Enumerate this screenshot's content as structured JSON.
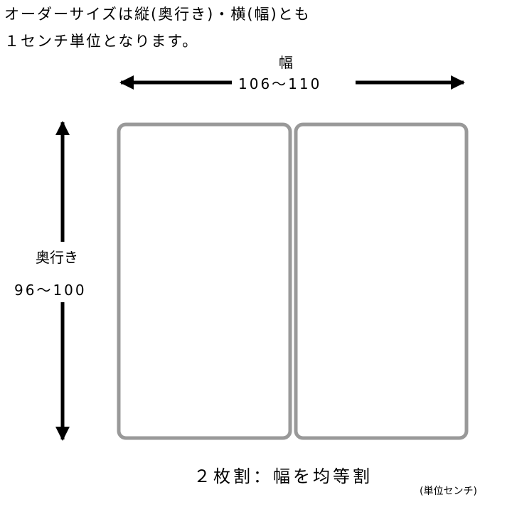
{
  "note": {
    "line1": "オーダーサイズは縦(奥行き)・横(幅)とも",
    "line2": "１センチ単位となります。"
  },
  "width_dimension": {
    "label": "幅",
    "range": "106〜110"
  },
  "depth_dimension": {
    "label": "奥行き",
    "range": "96〜100"
  },
  "caption": "２枚割：幅を均等割",
  "unit_note": "(単位センチ)",
  "colors": {
    "panel_stroke": "#999999",
    "arrow": "#000000"
  }
}
